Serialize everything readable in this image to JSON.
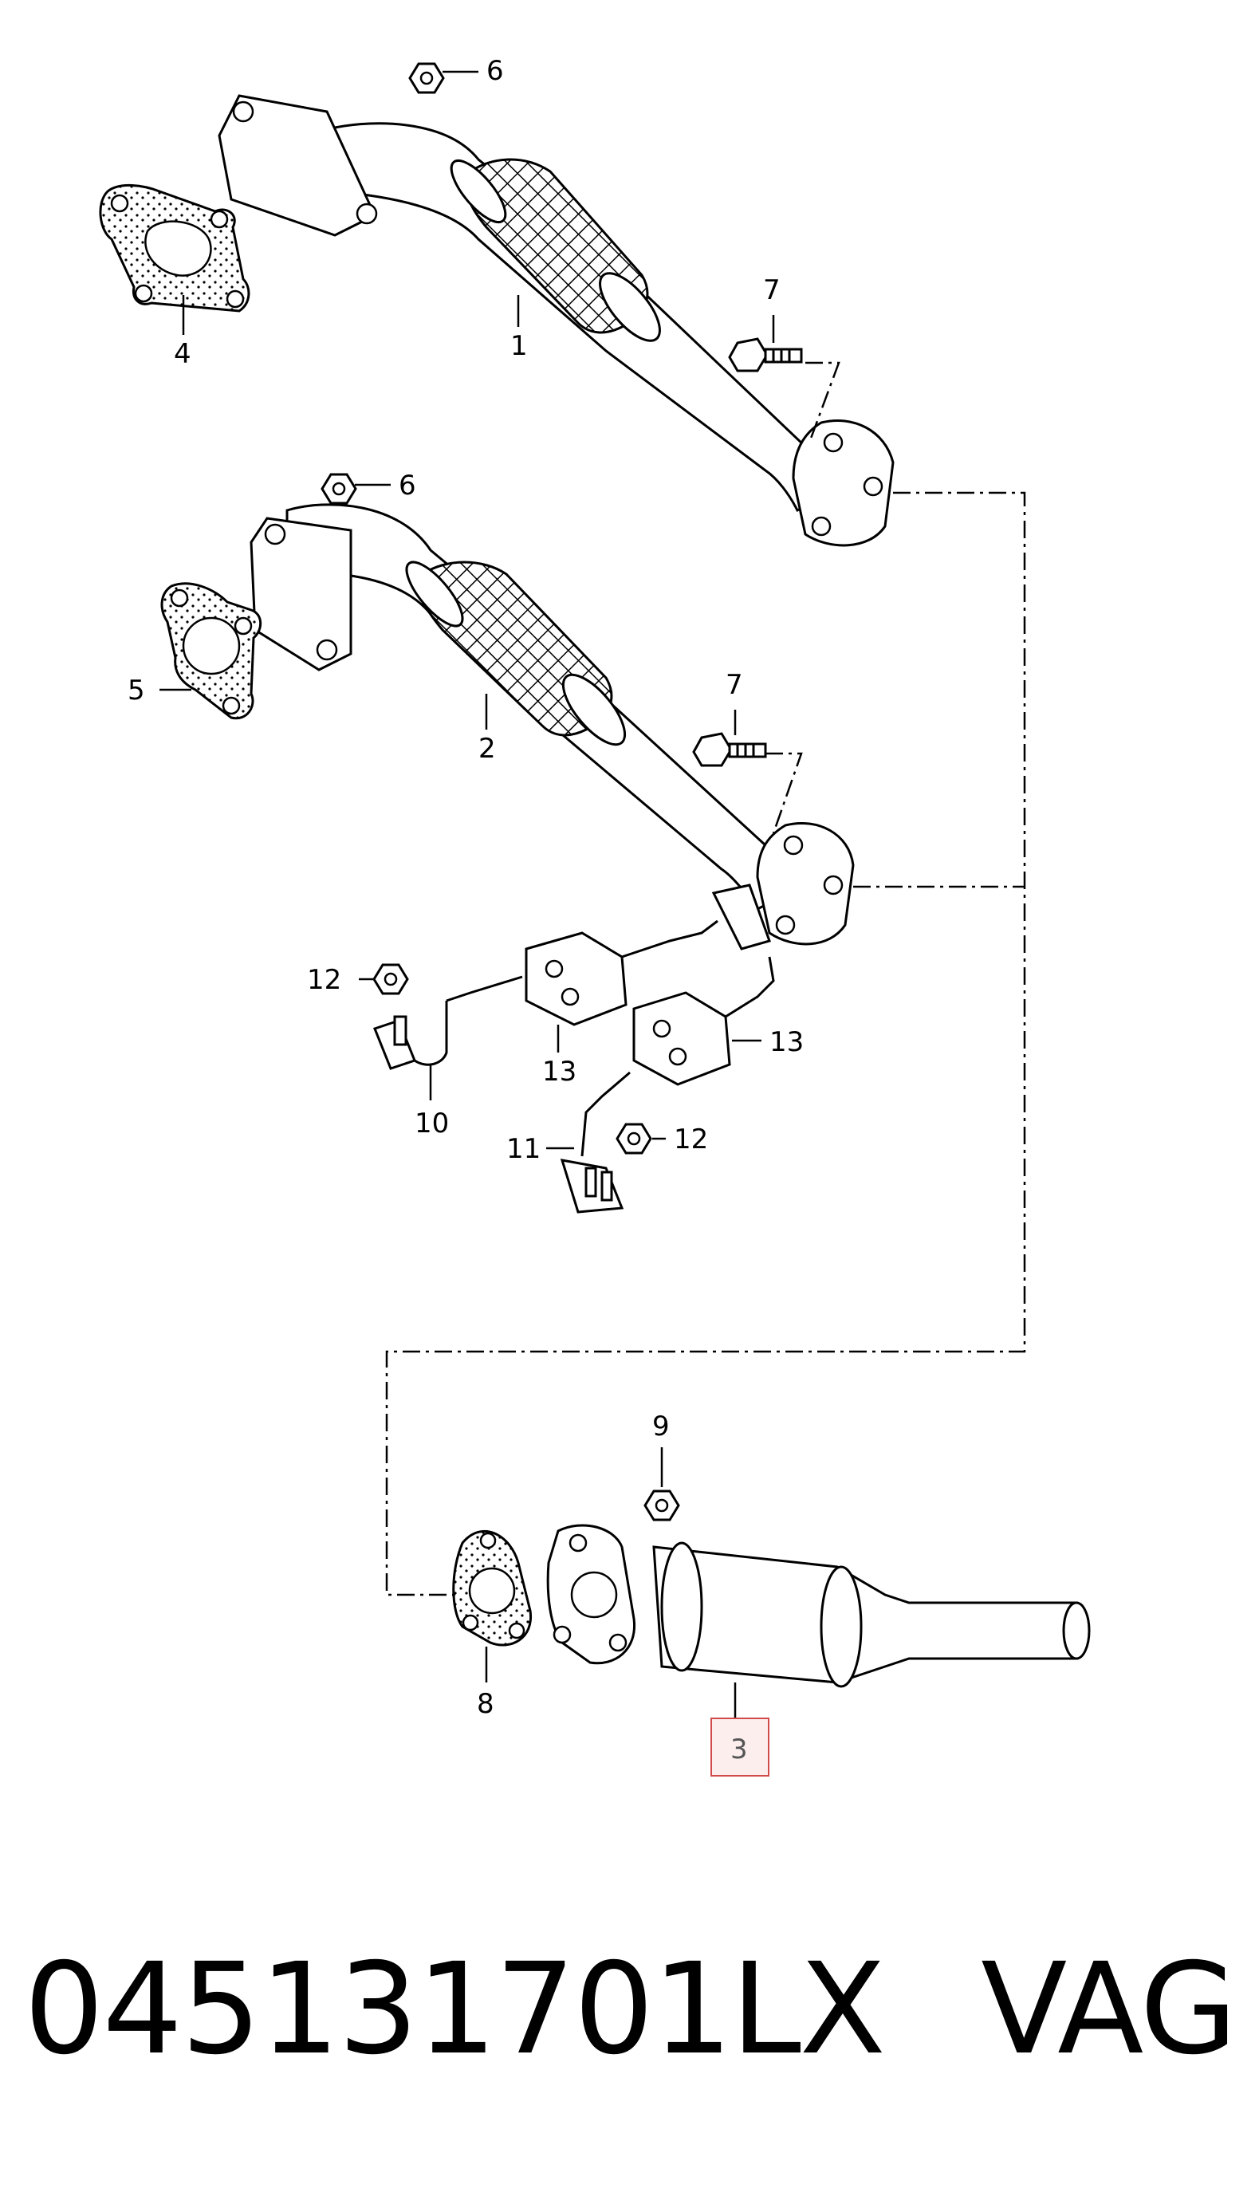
{
  "diagram": {
    "callouts": {
      "c1": "1",
      "c2": "2",
      "c3": "3",
      "c4": "4",
      "c5": "5",
      "c6a": "6",
      "c6b": "6",
      "c7a": "7",
      "c7b": "7",
      "c8": "8",
      "c9": "9",
      "c10": "10",
      "c11": "11",
      "c12a": "12",
      "c12b": "12",
      "c13a": "13",
      "c13b": "13"
    },
    "highlighted_part": "3"
  },
  "footer": {
    "part_number": "045131701LX",
    "brand": "VAG"
  }
}
